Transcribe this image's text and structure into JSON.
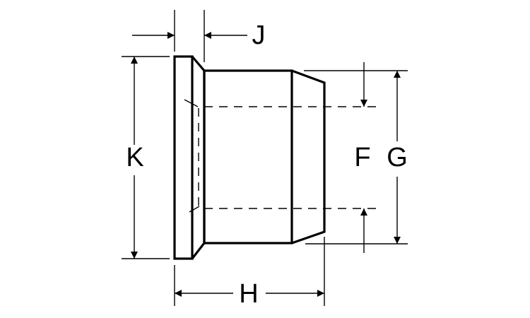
{
  "diagram": {
    "labels": {
      "J": "J",
      "K": "K",
      "F": "F",
      "G": "G",
      "H": "H"
    },
    "colors": {
      "line": "#000000",
      "background": "#ffffff"
    }
  }
}
